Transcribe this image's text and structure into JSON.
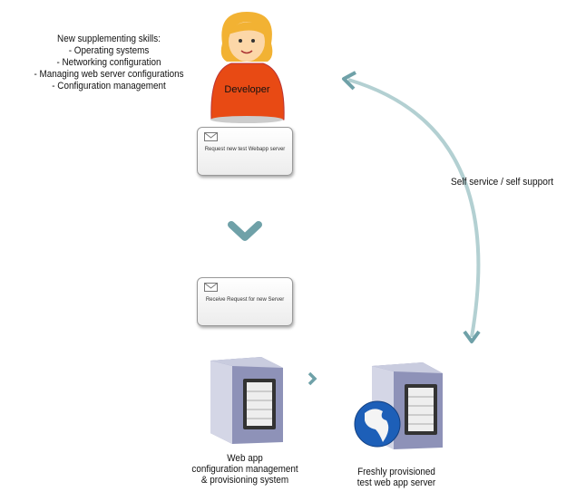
{
  "skills": {
    "title": "New supplementing skills:",
    "items": [
      "- Operating systems",
      "- Networking configuration",
      "- Managing web server configurations",
      "- Configuration management"
    ]
  },
  "developer": {
    "label": "Developer"
  },
  "cards": {
    "request": "Request new test Webapp server",
    "receive": "Receive Request for new Server"
  },
  "loop_label": "Self service / self support",
  "servers": {
    "config_lines": [
      "Web app",
      "configuration management",
      "& provisioning system"
    ],
    "fresh_lines": [
      "Freshly provisioned",
      "test web app server"
    ]
  },
  "colors": {
    "arrow": "#6fa1a8",
    "loop": "#b3d0d2",
    "shirt": "#e84a14",
    "hair": "#f2b233"
  }
}
